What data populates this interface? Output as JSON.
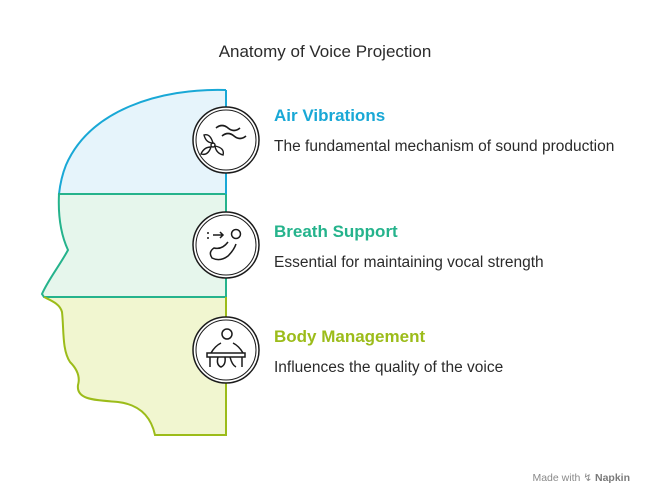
{
  "title": "Anatomy of Voice Projection",
  "sections": [
    {
      "heading": "Air Vibrations",
      "description": "The fundamental mechanism of sound production",
      "icon": "air-vibrations-icon",
      "color": "#19a8d6",
      "fill": "#e6f4fb"
    },
    {
      "heading": "Breath Support",
      "description": "Essential for maintaining vocal strength",
      "icon": "breath-support-icon",
      "color": "#25b38c",
      "fill": "#e6f6ec"
    },
    {
      "heading": "Body Management",
      "description": "Influences the quality of the voice",
      "icon": "body-management-icon",
      "color": "#9cbc1a",
      "fill": "#f1f6d0"
    }
  ],
  "watermark": {
    "prefix": "Made with",
    "brand": "Napkin"
  }
}
